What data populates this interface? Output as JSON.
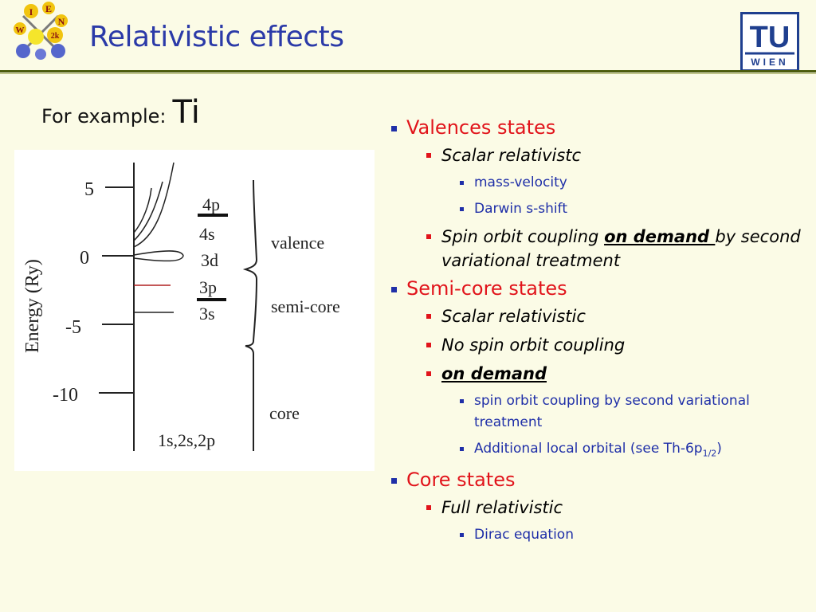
{
  "header": {
    "title": "Relativistic effects",
    "logo_left_letters": [
      "I",
      "E",
      "W",
      "N",
      "2k"
    ],
    "logo_right": {
      "top": "TU",
      "bottom": "WIEN"
    }
  },
  "example": {
    "prefix": "For example:",
    "element": "Ti"
  },
  "diagram": {
    "ylabel": "Energy (Ry)",
    "ticks": [
      "5",
      "0",
      "-5",
      "-10"
    ],
    "levels": [
      "4p",
      "4s",
      "3d",
      "3p",
      "3s"
    ],
    "groups": [
      "valence",
      "semi-core",
      "core"
    ],
    "core_levels": "1s,2s,2p"
  },
  "bullets": {
    "valence": {
      "title": "Valences states",
      "scalar": "Scalar relativistc",
      "mass_velocity": "mass-velocity",
      "darwin": "Darwin s-shift",
      "so_prefix": "Spin orbit coupling ",
      "so_demand": "on demand ",
      "so_suffix": " by second variational treatment"
    },
    "semicore": {
      "title": "Semi-core states",
      "scalar": "Scalar relativistic",
      "no_so": "No spin orbit coupling",
      "on_demand": "on demand",
      "so_second": "spin orbit coupling by second variational treatment",
      "lo_prefix": "Additional local orbital  (see Th-6p",
      "lo_sub": "1/2",
      "lo_suffix": ")"
    },
    "core": {
      "title": "Core states",
      "full": "Full relativistic",
      "dirac": "Dirac equation"
    }
  },
  "colors": {
    "title_blue": "#2b3aa8",
    "bullet_red": "#e1141b",
    "background": "#fbfbe6"
  }
}
